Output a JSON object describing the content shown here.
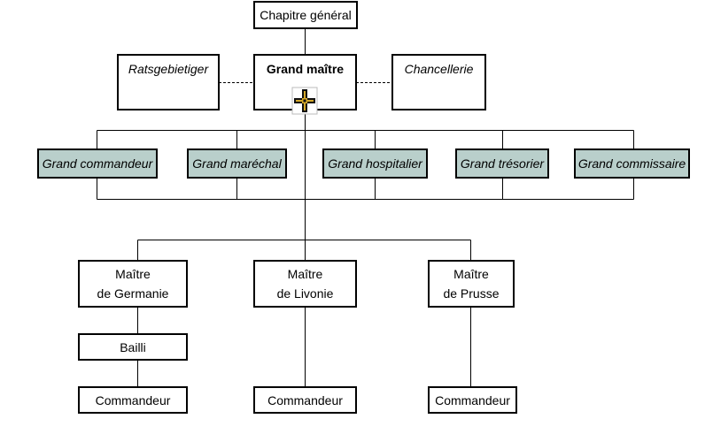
{
  "chapter": "Chapitre général",
  "grand_master": "Grand maître",
  "advisors": {
    "left": "Ratsgebietiger",
    "right": "Chancellerie"
  },
  "officers": [
    "Grand commandeur",
    "Grand maréchal",
    "Grand hospitalier",
    "Grand trésorier",
    "Grand commissaire"
  ],
  "masters": {
    "germany": [
      "Maître",
      "de Germanie"
    ],
    "livonia": [
      "Maître",
      "de Livonie"
    ],
    "prussia": [
      "Maître",
      "de Prusse"
    ]
  },
  "bailli": "Bailli",
  "commanders": [
    "Commandeur",
    "Commandeur",
    "Commandeur"
  ],
  "colors": {
    "officer_fill": "#b9cfcb",
    "cross_black": "#111111",
    "cross_gold": "#d4a82a"
  },
  "icons": {
    "grand_master_emblem": "teutonic-cross-icon"
  }
}
